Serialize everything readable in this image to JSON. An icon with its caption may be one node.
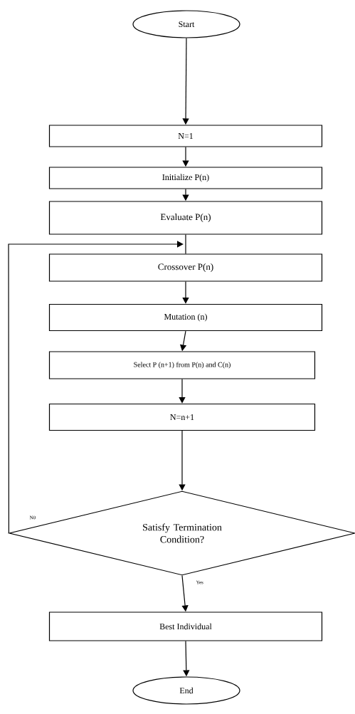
{
  "diagram": {
    "nodes": [
      {
        "text": [
          "Start"
        ]
      },
      {
        "text": [
          "N=1"
        ]
      },
      {
        "text": [
          "Initialize P(n)"
        ]
      },
      {
        "text": [
          "Evaluate P(n)"
        ]
      },
      {
        "text": [
          "Crossover P(n)"
        ]
      },
      {
        "text": [
          "Mutation (n)"
        ]
      },
      {
        "text": [
          "Select P (n+1) from P(n) and C(n)"
        ]
      },
      {
        "text": [
          "N=n+1"
        ]
      },
      {
        "text": [
          "Satisfy Termination Condition?"
        ]
      },
      {
        "text": [
          "Best Individual"
        ]
      },
      {
        "text": [
          "End"
        ]
      }
    ],
    "edges": [
      {
        "from": 0,
        "to": 1,
        "arrow": "to"
      },
      {
        "from": 1,
        "to": 2,
        "arrow": "to"
      },
      {
        "from": 2,
        "to": 3,
        "arrow": "to"
      },
      {
        "from": 3,
        "to": 4,
        "arrow": "none"
      },
      {
        "from": 4,
        "to": 5,
        "arrow": "to"
      },
      {
        "from": 5,
        "to": 6,
        "arrow": "to"
      },
      {
        "from": 6,
        "to": 7,
        "arrow": "to"
      },
      {
        "from": 7,
        "to": 8,
        "arrow": "to"
      },
      {
        "from": 8,
        "to": 4,
        "arrow": "to",
        "label": "N0"
      },
      {
        "from": 8,
        "to": 9,
        "arrow": "to",
        "label": "Yes"
      },
      {
        "from": 9,
        "to": 10,
        "arrow": "to"
      }
    ]
  }
}
